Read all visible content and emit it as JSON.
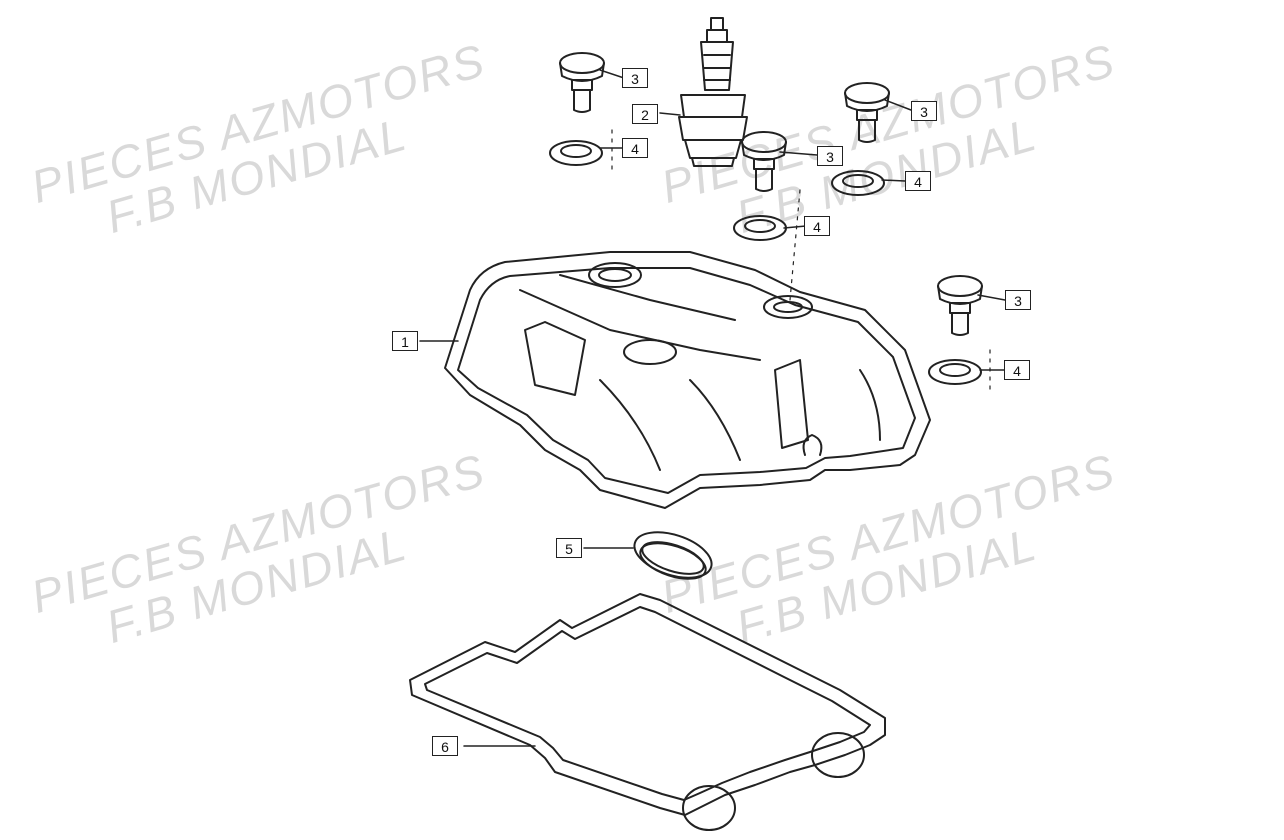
{
  "watermark": {
    "line1": "PIECES AZMOTORS",
    "line2": "F.B MONDIAL"
  },
  "callouts": {
    "c1": "1",
    "c2": "2",
    "c3a": "3",
    "c3b": "3",
    "c3c": "3",
    "c3d": "3",
    "c4a": "4",
    "c4b": "4",
    "c4c": "4",
    "c4d": "4",
    "c5": "5",
    "c6": "6"
  },
  "colors": {
    "line": "#222222",
    "watermark": "#d9d9d9"
  }
}
